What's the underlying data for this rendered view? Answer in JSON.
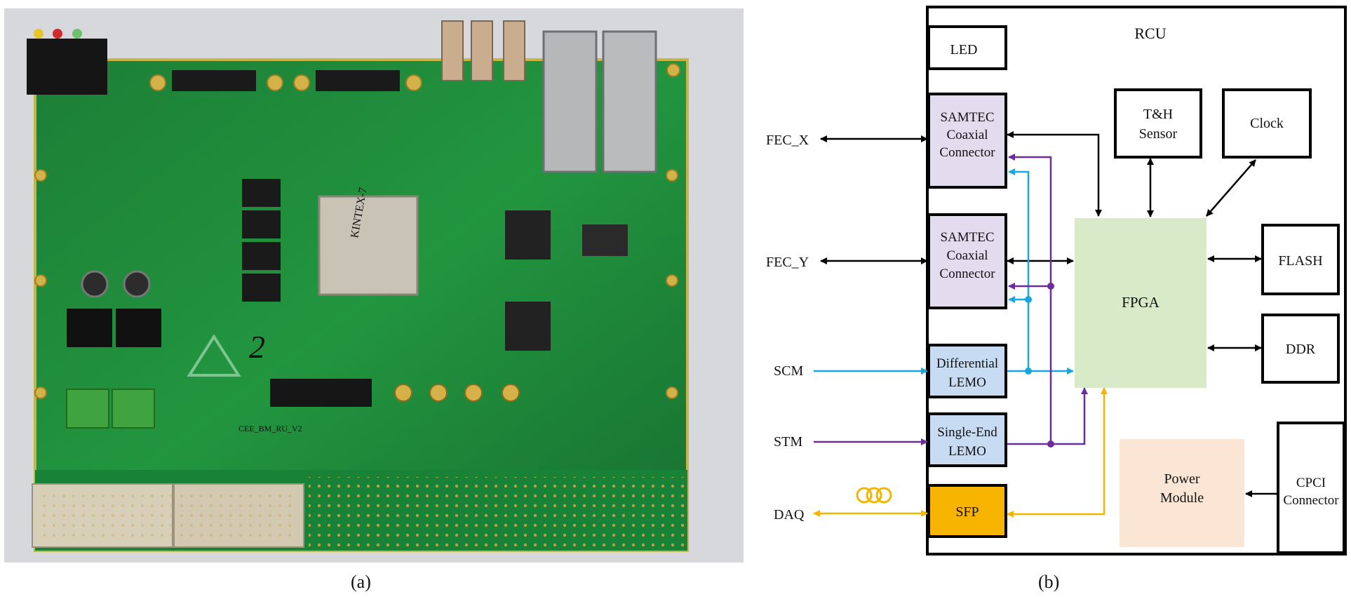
{
  "captions": {
    "a": "(a)",
    "b": "(b)"
  },
  "photo": {
    "board_marking": "CEE_BM_RU_V2",
    "handwritten_mark": "2",
    "chip_label": "KINTEX-7"
  },
  "diagram": {
    "title": "RCU",
    "blocks": {
      "led": "LED",
      "samtec1": [
        "SAMTEC",
        "Coaxial",
        "Connector"
      ],
      "samtec2": [
        "SAMTEC",
        "Coaxial",
        "Connector"
      ],
      "diff_lemo": [
        "Differential",
        "LEMO"
      ],
      "single_lemo": [
        "Single-End",
        "LEMO"
      ],
      "sfp": "SFP",
      "th_sensor": [
        "T&H",
        "Sensor"
      ],
      "clock": "Clock",
      "fpga": "FPGA",
      "flash": "FLASH",
      "ddr": "DDR",
      "power": [
        "Power",
        "Module"
      ],
      "cpci": [
        "CPCI",
        "Connector"
      ]
    },
    "external": {
      "fec_x": "FEC_X",
      "fec_y": "FEC_Y",
      "scm": "SCM",
      "stm": "STM",
      "daq": "DAQ"
    },
    "colors": {
      "black": "#000000",
      "cyan": "#1aa7e0",
      "purple": "#6d2c9c",
      "orange": "#f5b400",
      "samtec_fill": "#e3dcef",
      "lemo_fill": "#c7dcf3",
      "sfp_fill": "#f7b400",
      "fpga_fill": "#d9eac8",
      "power_fill": "#fbe5d5",
      "pcb_green": "#1d8a3a"
    }
  }
}
